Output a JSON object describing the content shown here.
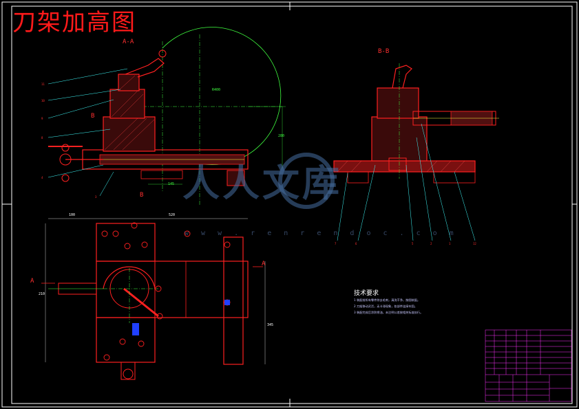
{
  "drawing": {
    "title": "刀架加高图",
    "sections": {
      "aa": "A-A",
      "bb": "B-B",
      "a_marker": "A",
      "b_marker": "B"
    },
    "dimensions": {
      "d1": "100",
      "d2": "520",
      "d3": "R400",
      "d4": "280",
      "d5": "145",
      "d6": "210",
      "d7": "345"
    },
    "tech_requirements": {
      "heading": "技术要求",
      "notes": [
        "1  装配前所有零件除去毛刺，清洗干净，按图装配。",
        "2  刀架移动灵活，无卡滞现象，各部件连接牢固。",
        "3  装配完成后涂防锈油，未注明公差按相关标准执行。"
      ]
    },
    "watermark": {
      "logo_text": "人人文库",
      "url": "w w w . r e n r e n d o c . c o m"
    }
  }
}
